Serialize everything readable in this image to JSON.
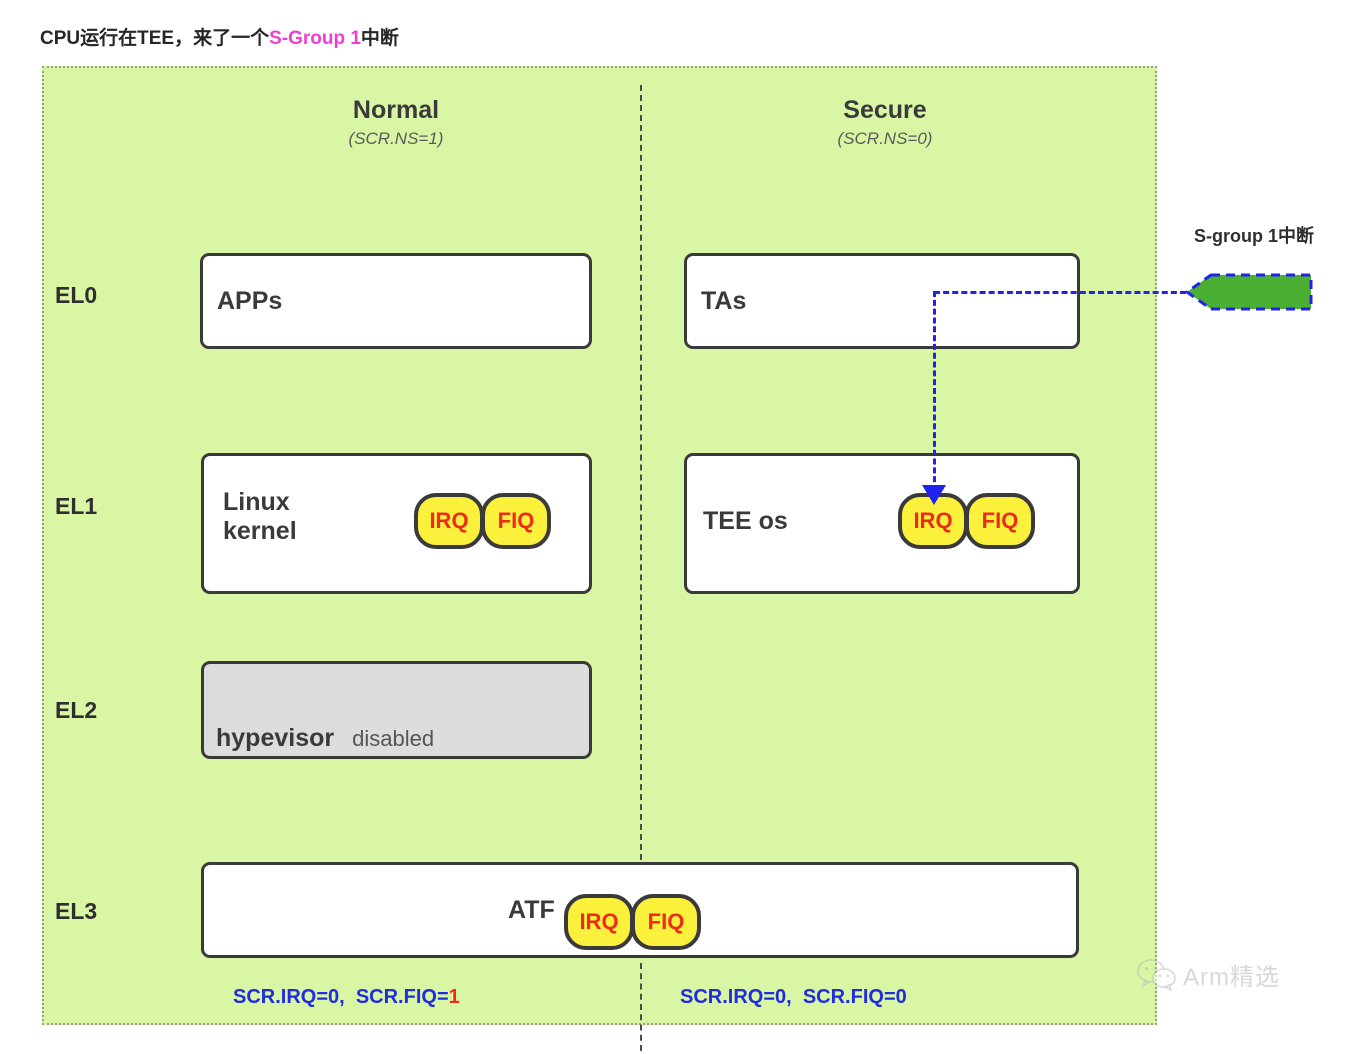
{
  "title": {
    "prefix": "CPU运行在TEE，来了一个",
    "highlight": "S-Group 1",
    "suffix": "中断",
    "highlight_color": "#ef3fd2"
  },
  "columns": [
    {
      "name": "Normal",
      "condition": "(SCR.NS=1)"
    },
    {
      "name": "Secure",
      "condition": "(SCR.NS=0)"
    }
  ],
  "exception_levels": [
    {
      "id": "EL0",
      "label": "EL0"
    },
    {
      "id": "EL1",
      "label": "EL1"
    },
    {
      "id": "EL2",
      "label": "EL2"
    },
    {
      "id": "EL3",
      "label": "EL3"
    }
  ],
  "boxes": {
    "apps": {
      "label": "APPs"
    },
    "tas": {
      "label": "TAs"
    },
    "linux": {
      "label": "Linux\nkernel"
    },
    "tee": {
      "label": "TEE os"
    },
    "hypervisor": {
      "label": "hypevisor",
      "state": "disabled"
    },
    "atf": {
      "label": "ATF"
    }
  },
  "interrupt_pills": {
    "irq": "IRQ",
    "fiq": "FIQ",
    "fill": "#fbf13d",
    "text_color": "#ee2b18"
  },
  "incoming_interrupt": {
    "label": "S-group 1中断",
    "arrow_fill": "#4aaf33",
    "arrow_border": "#2222ee"
  },
  "routing": {
    "line_color": "#2222ee",
    "style": "dashed",
    "from": "S-group 1 interrupt source",
    "to": "TEE os IRQ"
  },
  "footers": {
    "normal": {
      "irq": "SCR.IRQ=0,",
      "fiq_prefix": "SCR.FIQ=",
      "fiq_value": "1",
      "fiq_value_color": "#ee2b18"
    },
    "secure": {
      "irq": "SCR.IRQ=0,",
      "fiq_prefix": "SCR.FIQ=",
      "fiq_value": "0",
      "fiq_value_color": "#1f2ce0"
    }
  },
  "watermark": {
    "text": "Arm精选",
    "icon": "wechat-logo"
  },
  "colors": {
    "panel_background": "#d9f6a5",
    "box_border": "#3a3a3a",
    "hypervisor_fill": "#dddddd",
    "footer_text": "#1f2ce0"
  }
}
